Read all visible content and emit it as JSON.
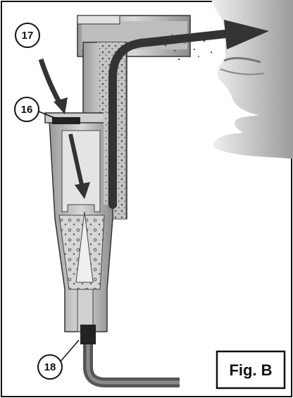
{
  "figure": {
    "caption": "Fig. B",
    "callouts": [
      {
        "id": "callout-17",
        "label": "17"
      },
      {
        "id": "callout-16",
        "label": "16"
      },
      {
        "id": "callout-18",
        "label": "18"
      }
    ]
  }
}
